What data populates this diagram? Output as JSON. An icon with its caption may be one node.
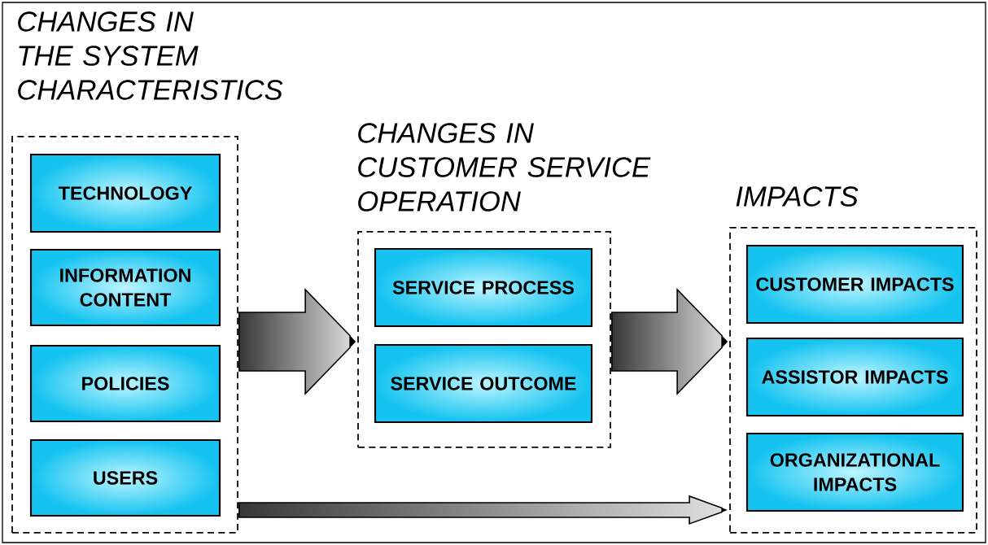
{
  "diagram": {
    "nodes": [
      {
        "text": [
          "CHANGES IN THE SYSTEM CHARACTERISTICS"
        ]
      },
      {
        "text": [
          "TECHNOLOGY"
        ],
        "in": 0
      },
      {
        "text": [
          "INFORMATION CONTENT"
        ],
        "in": 0
      },
      {
        "text": [
          "POLICIES"
        ],
        "in": 0
      },
      {
        "text": [
          "USERS"
        ],
        "in": 0
      },
      {
        "text": [
          "CHANGES IN CUSTOMER SERVICE OPERATION"
        ]
      },
      {
        "text": [
          "SERVICE PROCESS"
        ],
        "in": 5
      },
      {
        "text": [
          "SERVICE OUTCOME"
        ],
        "in": 5
      },
      {
        "text": [
          "IMPACTS"
        ]
      },
      {
        "text": [
          "CUSTOMER IMPACTS"
        ],
        "in": 8
      },
      {
        "text": [
          "ASSISTOR IMPACTS"
        ],
        "in": 8
      },
      {
        "text": [
          "ORGANIZATIONAL IMPACTS"
        ],
        "in": 8
      }
    ],
    "edges": [
      {
        "from": 0,
        "to": 5,
        "arrow": "to"
      },
      {
        "from": 5,
        "to": 8,
        "arrow": "to"
      },
      {
        "from": 0,
        "to": 8,
        "arrow": "to"
      }
    ]
  }
}
